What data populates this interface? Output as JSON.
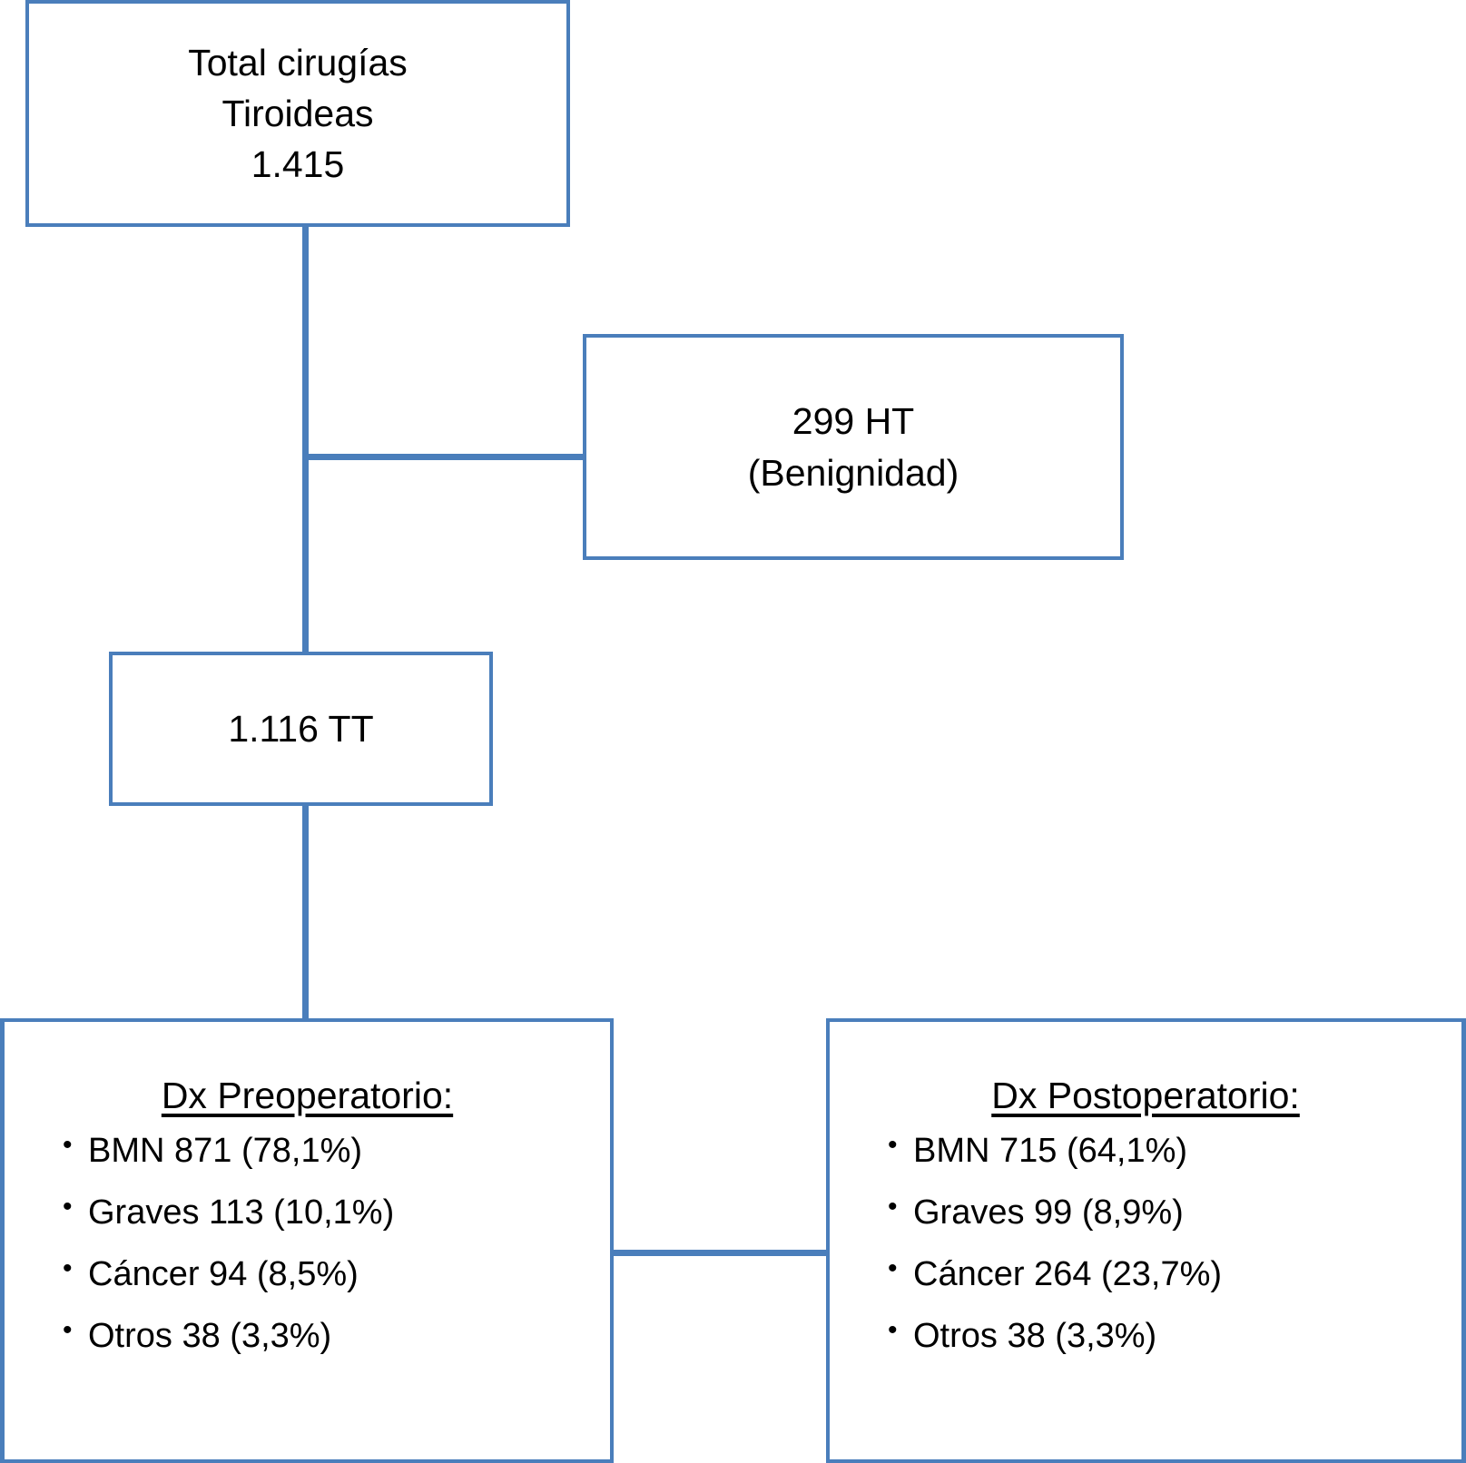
{
  "diagram": {
    "type": "flowchart",
    "accent_color": "#4a7ebb",
    "text_color": "#000000",
    "background_color": "#ffffff",
    "nodes": {
      "total": {
        "lines": [
          "Total cirugías",
          "Tiroideas",
          "1.415"
        ],
        "value": 1415,
        "label": "Total cirugías Tiroideas"
      },
      "ht": {
        "lines": [
          "299 HT",
          "(Benignidad)"
        ],
        "value": 299,
        "label": "HT (Benignidad)"
      },
      "tt": {
        "lines": [
          "1.116 TT"
        ],
        "value": 1116,
        "label": "TT"
      },
      "preop": {
        "title": "Dx Preoperatorio:",
        "items": [
          "BMN 871 (78,1%)",
          "Graves 113 (10,1%)",
          "Cáncer 94 (8,5%)",
          "Otros 38 (3,3%)"
        ],
        "rows": [
          {
            "name": "BMN",
            "count": 871,
            "percent": "78,1%"
          },
          {
            "name": "Graves",
            "count": 113,
            "percent": "10,1%"
          },
          {
            "name": "Cáncer",
            "count": 94,
            "percent": "8,5%"
          },
          {
            "name": "Otros",
            "count": 38,
            "percent": "3,3%"
          }
        ]
      },
      "postop": {
        "title": "Dx Postoperatorio:",
        "items": [
          "BMN 715 (64,1%)",
          "Graves 99 (8,9%)",
          "Cáncer 264 (23,7%)",
          "Otros 38 (3,3%)"
        ],
        "rows": [
          {
            "name": "BMN",
            "count": 715,
            "percent": "64,1%"
          },
          {
            "name": "Graves",
            "count": 99,
            "percent": "8,9%"
          },
          {
            "name": "Cáncer",
            "count": 264,
            "percent": "23,7%"
          },
          {
            "name": "Otros",
            "count": 38,
            "percent": "3,3%"
          }
        ]
      }
    },
    "connectors": [
      {
        "from": "total",
        "to": "ht"
      },
      {
        "from": "total",
        "to": "tt"
      },
      {
        "from": "tt",
        "to": "preop"
      },
      {
        "from": "preop",
        "to": "postop"
      }
    ]
  }
}
